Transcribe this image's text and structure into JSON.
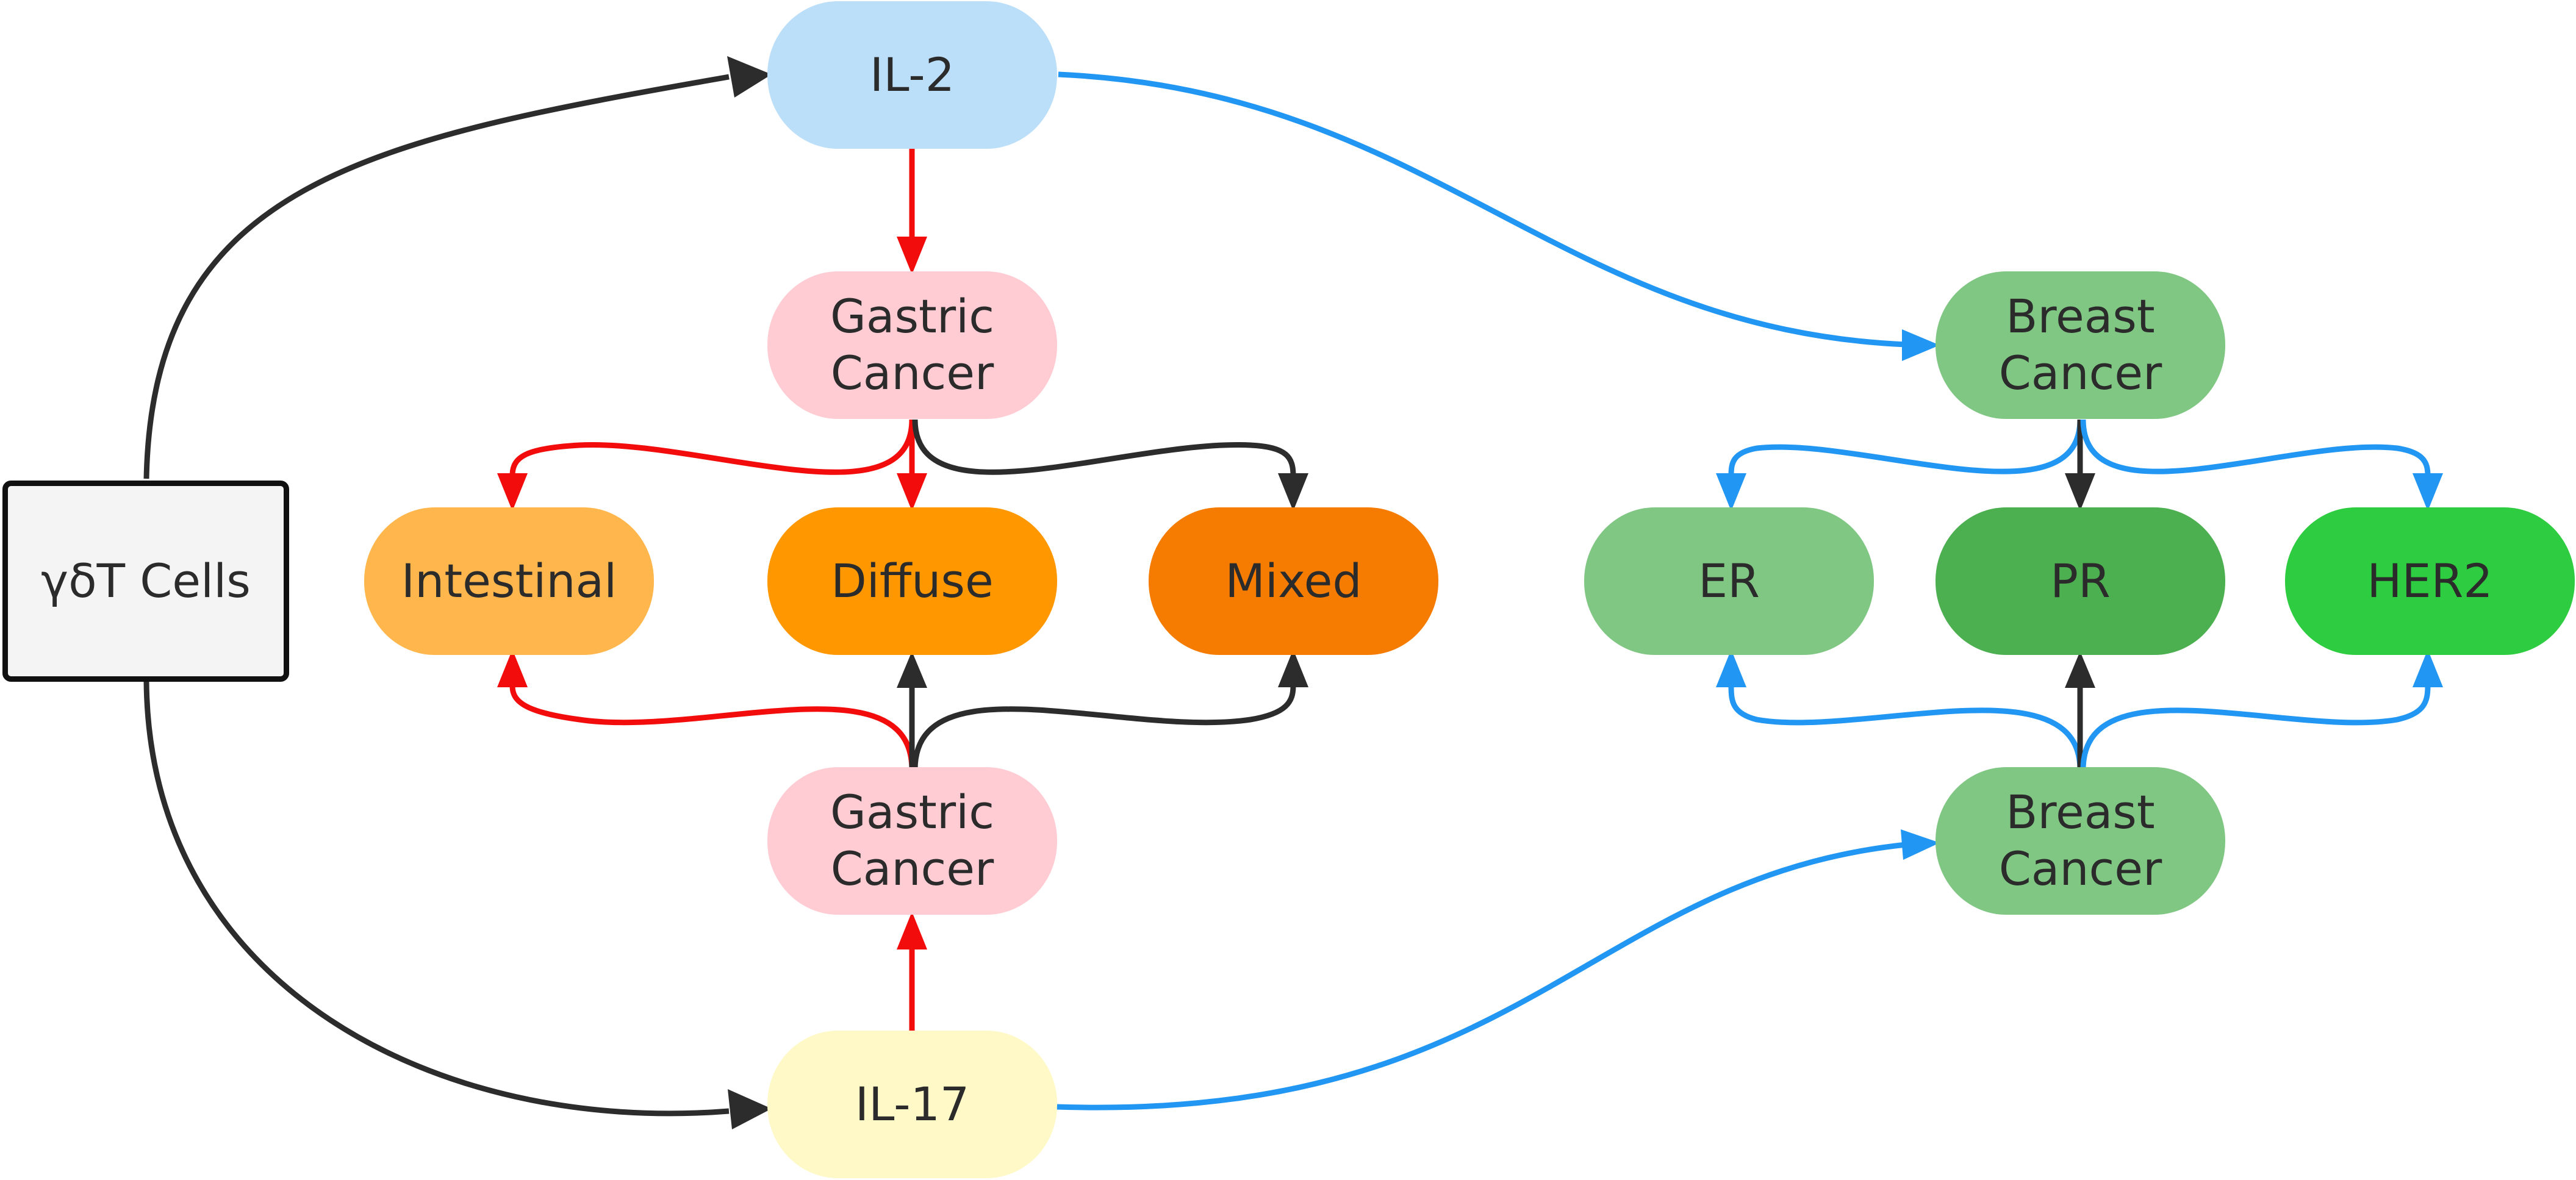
{
  "colors": {
    "black_edge": "#2c2c2c",
    "red_edge": "#f20c0c",
    "blue_edge": "#2196f3",
    "il2": "#bcdff9",
    "il17": "#fef9c6",
    "gastric": "#ffccd4",
    "intestinal": "#ffb74d",
    "diffuse": "#ff9800",
    "mixed": "#f57c00",
    "breast": "#81c784",
    "er": "#81c784",
    "pr": "#4caf50",
    "her2": "#2ecc40",
    "gd_cells": "#f4f4f4"
  },
  "nodes": {
    "gd_cells": "γδT Cells",
    "il2": "IL-2",
    "il17": "IL-17",
    "gastric_top": "Gastric\nCancer",
    "gastric_bottom": "Gastric\nCancer",
    "intestinal": "Intestinal",
    "diffuse": "Diffuse",
    "mixed": "Mixed",
    "breast_top": "Breast\nCancer",
    "breast_bottom": "Breast\nCancer",
    "er": "ER",
    "pr": "PR",
    "her2": "HER2"
  }
}
